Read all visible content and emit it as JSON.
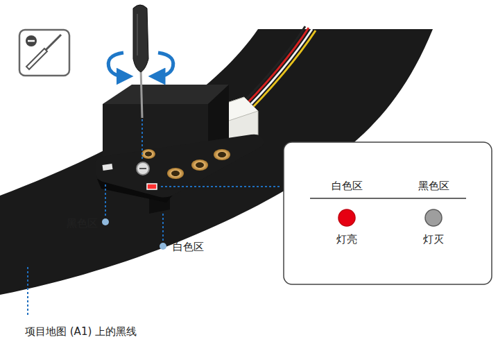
{
  "diagram": {
    "nodes": [
      {
        "text": [
          "灯亮"
        ]
      },
      {
        "text": [
          "灯灭"
        ]
      }
    ],
    "labels": [
      "白色区",
      "黑色区",
      "黑色区",
      "白色区",
      "项目地图 (A1) 上的黑线"
    ]
  }
}
